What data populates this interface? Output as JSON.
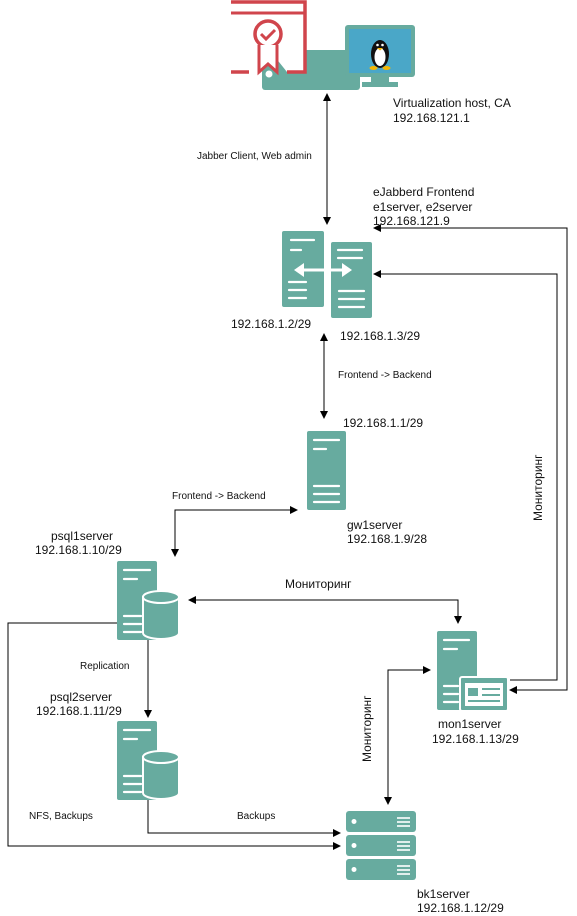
{
  "nodes": {
    "virt_host": {
      "name": "Virtualization host, CA",
      "ip": "192.168.121.1"
    },
    "ejabberd": {
      "line1": "eJabberd Frontend",
      "line2": "e1server, e2server",
      "line3": "192.168.121.9",
      "ip_left": "192.168.1.2/29",
      "ip_right": "192.168.1.3/29"
    },
    "gw": {
      "ip_top": "192.168.1.1/29",
      "name": "gw1server",
      "ip": "192.168.1.9/28"
    },
    "psql1": {
      "name": "psql1server",
      "ip": "192.168.1.10/29"
    },
    "psql2": {
      "name": "psql2server",
      "ip": "192.168.1.11/29"
    },
    "mon": {
      "name": "mon1server",
      "ip": "192.168.1.13/29"
    },
    "bk": {
      "name": "bk1server",
      "ip": "192.168.1.12/29"
    }
  },
  "edges": {
    "jabber": "Jabber Client, Web admin",
    "frontend_backend_1": "Frontend -> Backend",
    "frontend_backend_2": "Frontend -> Backend",
    "monitoring_h": "Мониторинг",
    "monitoring_v_right": "Мониторинг",
    "monitoring_v_mid": "Мониторинг",
    "replication": "Replication",
    "nfs_backups": "NFS, Backups",
    "backups": "Backups"
  },
  "colors": {
    "node": "#67AB9F",
    "cert": "#D0454C",
    "monitor": "#4A90A4"
  }
}
